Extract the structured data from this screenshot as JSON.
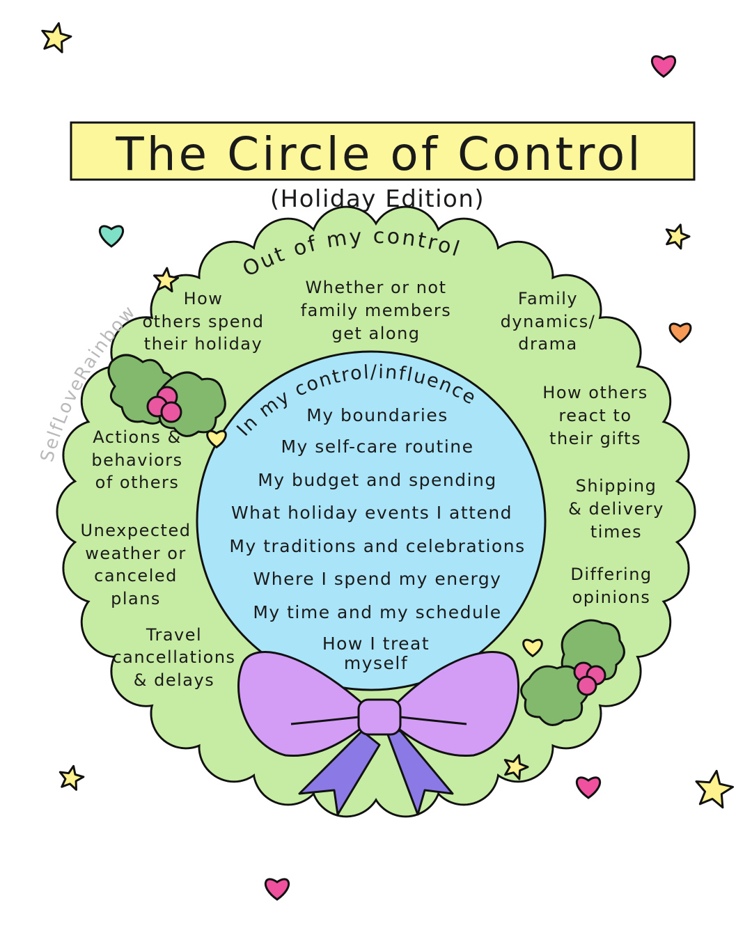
{
  "title": "The Circle of Control",
  "subtitle": "(Holiday Edition)",
  "watermark": "SelfLoveRainbow",
  "outer_ring": {
    "label": "Out of my control",
    "items": [
      [
        "How",
        "others spend",
        "their holiday"
      ],
      [
        "Whether or not",
        "family members",
        "get along"
      ],
      [
        "Family",
        "dynamics/",
        "drama"
      ],
      [
        "How others",
        "react to",
        "their gifts"
      ],
      [
        "Actions &",
        "behaviors",
        "of others"
      ],
      [
        "Shipping",
        "& delivery",
        "times"
      ],
      [
        "Unexpected",
        "weather or",
        "canceled",
        "plans"
      ],
      [
        "Differing",
        "opinions"
      ],
      [
        "Travel",
        "cancellations",
        "& delays"
      ]
    ]
  },
  "inner_circle": {
    "label": "In my control/influence",
    "items": [
      "My boundaries",
      "My self-care routine",
      "My budget and spending",
      "What holiday events I attend",
      "My traditions and celebrations",
      "Where I spend my energy",
      "My time and my schedule",
      "How I treat",
      "myself"
    ]
  },
  "colors": {
    "title_bg": "#fdf79c",
    "wreath": "#c6eba2",
    "leaf": "#82b96c",
    "berry": "#e8579f",
    "inner": "#a9e4f9",
    "bow": "#d39cf5",
    "ribbon": "#8b7ae6",
    "star": "#fdf28e",
    "heart_pink": "#f0519e"
  }
}
